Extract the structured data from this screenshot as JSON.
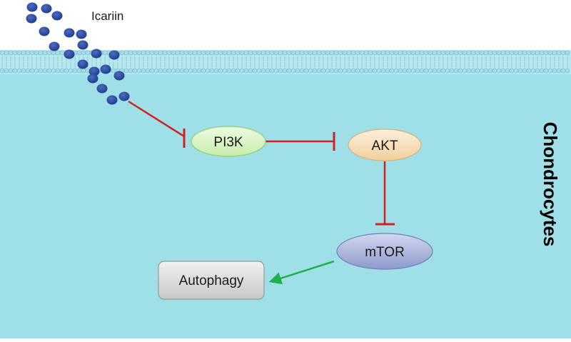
{
  "diagram": {
    "molecule_label": "Icariin",
    "cell_label": "Chondrocytes",
    "nodes": {
      "pi3k": "PI3K",
      "akt": "AKT",
      "mtor": "mTOR",
      "autophagy": "Autophagy"
    },
    "colors": {
      "cytoplasm": "#9fdfe8",
      "membrane_head": "#a6dde8",
      "membrane_tail": "#b9e7ee",
      "molecule": "#2b4aa0",
      "inhibition": "#d02020",
      "activation": "#1fb14e",
      "pi3k_fill": "#d9f5c0",
      "akt_fill": "#f8dfb7",
      "mtor_fill": "#aab3dc",
      "autophagy_fill": "#dcdcdc"
    },
    "edges": [
      {
        "from": "icariin",
        "to": "pi3k",
        "type": "inhibition"
      },
      {
        "from": "pi3k",
        "to": "akt",
        "type": "inhibition"
      },
      {
        "from": "akt",
        "to": "mtor",
        "type": "inhibition"
      },
      {
        "from": "mtor",
        "to": "autophagy",
        "type": "activation"
      }
    ]
  }
}
